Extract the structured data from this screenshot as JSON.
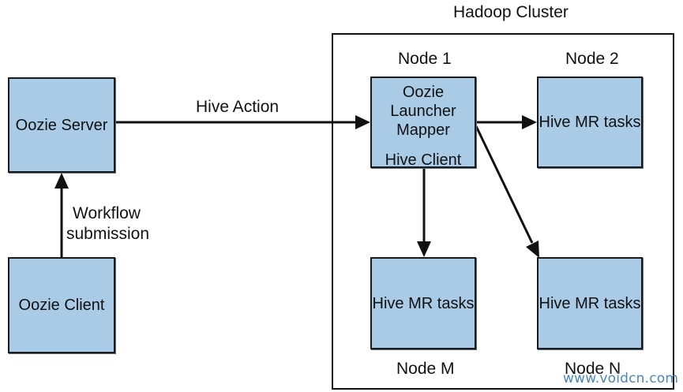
{
  "diagram": {
    "cluster_title": "Hadoop Cluster",
    "oozie_server": "Oozie Server",
    "oozie_client": "Oozie Client",
    "edge_submission_line1": "Workflow",
    "edge_submission_line2": "submission",
    "edge_hive_action": "Hive Action",
    "node1": {
      "label": "Node 1",
      "launcher_line1": "Oozie Launcher",
      "launcher_line2": "Mapper",
      "hive_client": "Hive Client"
    },
    "node2": {
      "label": "Node 2",
      "task": "Hive MR tasks"
    },
    "nodeM": {
      "label": "Node M",
      "task": "Hive MR tasks"
    },
    "nodeN": {
      "label": "Node N",
      "task": "Hive MR tasks"
    }
  },
  "watermark": "www.voidcn.com",
  "colors": {
    "box_fill": "#a9cbe6",
    "stroke": "#111111",
    "watermark": "#4a86b8"
  }
}
